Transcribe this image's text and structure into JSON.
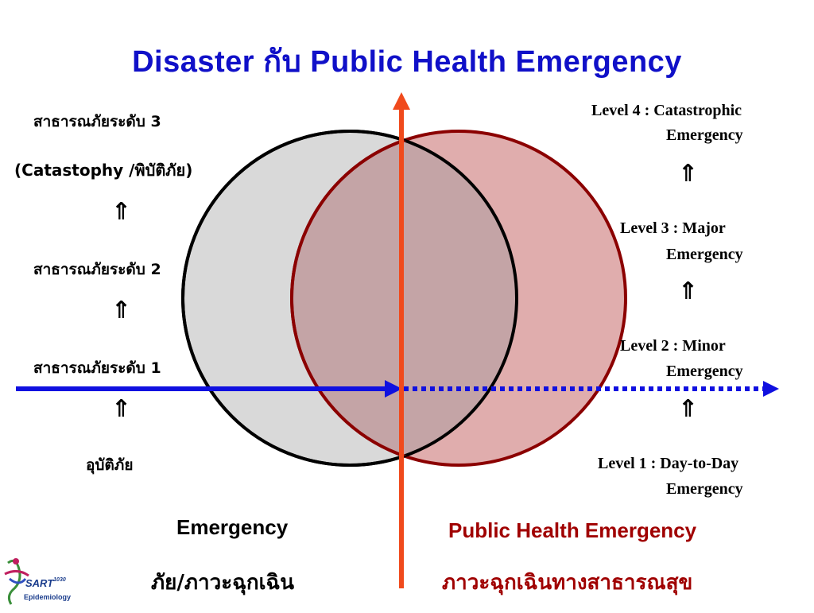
{
  "title": "Disaster กับ Public Health Emergency",
  "left_column": {
    "level3": "สาธารณภัยระดับ 3",
    "catastrophy": "(Catastophy /พิบัติภัย)",
    "level2": "สาธารณภัยระดับ 2",
    "level1": "สาธารณภัยระดับ 1",
    "accident": "อุบัติภัย",
    "arrow_glyph": "⇑"
  },
  "right_column": {
    "level4_line1": "Level 4 : Catastrophic",
    "level4_line2": "Emergency",
    "level3_line1": "Level 3 : Major",
    "level3_line2": "Emergency",
    "level2_line1": "Level 2 : Minor",
    "level2_line2": "Emergency",
    "level1_line1": "Level 1 : Day-to-Day",
    "level1_line2": "Emergency",
    "arrow_glyph": "⇑"
  },
  "bottom": {
    "emergency_en": "Emergency",
    "emergency_th": "ภัย/ภาวะฉุกเฉิน",
    "phe_en": "Public Health Emergency",
    "phe_th": "ภาวะฉุกเฉินทางสาธารณสุข"
  },
  "logo": {
    "text1": "SART",
    "text_sup": "1030",
    "text2": "Epidemiology"
  },
  "colors": {
    "title": "#1010c8",
    "emergency_circle_fill": "#d9d9d9",
    "phe_circle_fill": "#e0adad",
    "overlap_fill": "#c4a4a6",
    "phe_circle_stroke": "#8b0000",
    "vertical_axis": "#f04a1c",
    "horizontal_axis": "#1010e0",
    "phe_text": "#a00000"
  }
}
